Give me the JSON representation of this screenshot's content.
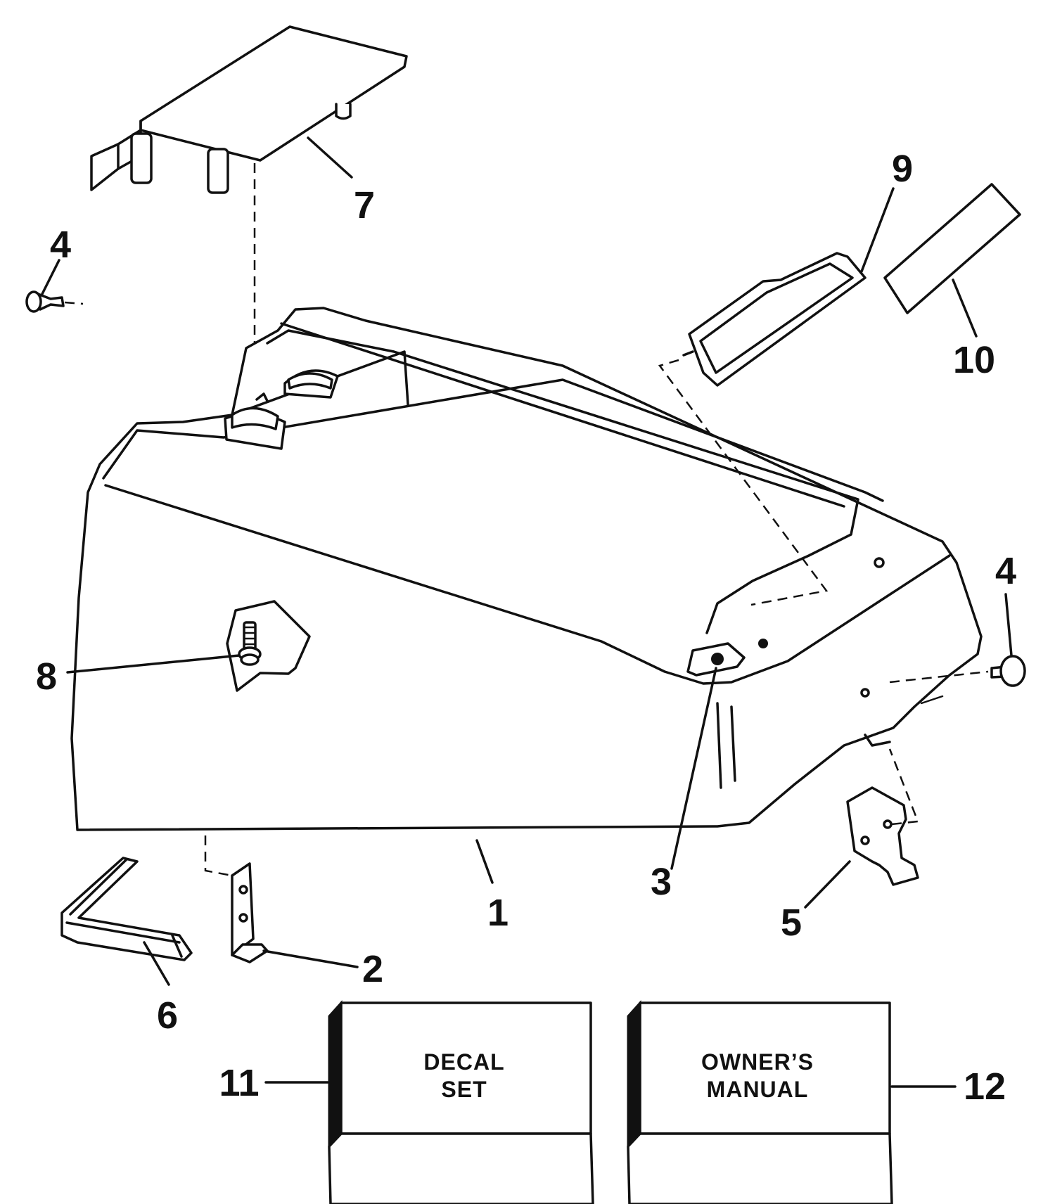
{
  "callouts": {
    "c1": "1",
    "c2": "2",
    "c3": "3",
    "c4_left": "4",
    "c4_right": "4",
    "c5": "5",
    "c6": "6",
    "c7": "7",
    "c8": "8",
    "c9": "9",
    "c10": "10",
    "c11": "11",
    "c12": "12"
  },
  "boxes": {
    "decal_set": {
      "line1": "DECAL",
      "line2": "SET"
    },
    "owners_manual": {
      "line1": "OWNER’S",
      "line2": "MANUAL"
    }
  }
}
